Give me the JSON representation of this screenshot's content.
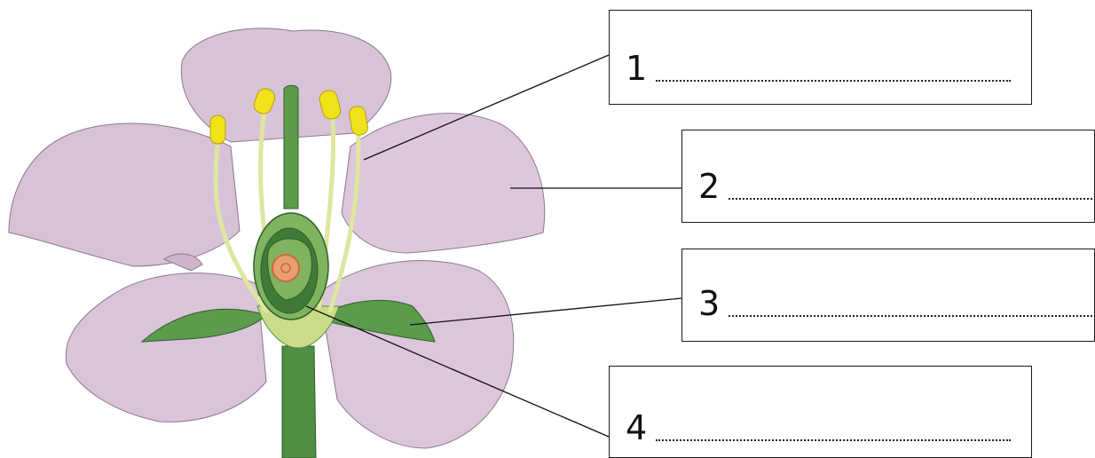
{
  "diagram": {
    "parts": [
      "petal",
      "sepal",
      "stamen",
      "anther",
      "filament",
      "pistil",
      "stigma",
      "style",
      "ovary",
      "ovule",
      "receptacle",
      "stem"
    ],
    "labels": [
      {
        "number": "1",
        "answer_line": "……………………………………"
      },
      {
        "number": "2",
        "answer_line": "……………………………………"
      },
      {
        "number": "3",
        "answer_line": "……………………………………"
      },
      {
        "number": "4",
        "answer_line": "……………………………………"
      }
    ],
    "colors": {
      "petal": "#d9c5d9",
      "petal_edge": "#7a6a7a",
      "green": "#5a9a4a",
      "dark_green": "#3f7a36",
      "light_green": "#c9dc8a",
      "filament": "#dfe6a0",
      "anther": "#f2e21a",
      "ovule": "#e8a070",
      "line": "#111111"
    }
  }
}
